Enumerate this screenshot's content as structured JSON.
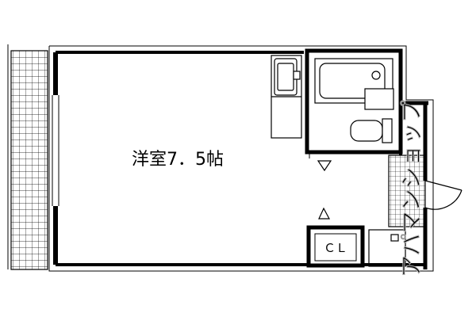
{
  "floorplan": {
    "rooms": {
      "main_room": {
        "label": "洋室7．5帖"
      },
      "closet": {
        "label": "ＣＬ"
      }
    },
    "watermark": {
      "text": "アパマンショップ"
    }
  }
}
